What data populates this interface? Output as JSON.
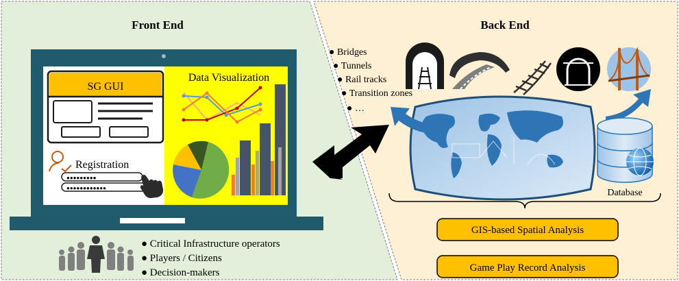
{
  "front_end": {
    "title": "Front End",
    "gui_title": "SG GUI",
    "data_viz_title": "Data Visualization",
    "registration_label": "Registration",
    "username_dots": "●●●●●●●●●",
    "password_dots": "●●●●●●●●●●●●",
    "users": [
      "● Critical Infrastructure operators",
      "● Players / Citizens",
      "● Decision-makers"
    ],
    "colors": {
      "panel_bg": "#e2efda",
      "laptop": "#1f5a6d",
      "viz_bg": "#ffff00",
      "gui_header": "#ffc000"
    }
  },
  "back_end": {
    "title": "Back End",
    "infrastructure": [
      "● Bridges",
      "● Tunnels",
      "● Rail tracks",
      "● Transition zones",
      "● …"
    ],
    "database_label": "Database",
    "analyses": [
      "GIS-based Spatial Analysis",
      "Game Play Record Analysis"
    ],
    "colors": {
      "panel_bg": "#fdf0d5",
      "analysis_box": "#ffc000",
      "globe": "#2e75b6"
    }
  },
  "icons": [
    "double-arrow-icon",
    "railway-tunnel-icon",
    "road-tunnel-icon",
    "rail-tracks-icon",
    "tunnel-portal-icon",
    "suspension-bridge-icon",
    "world-map-icon",
    "database-icon",
    "globe-icon",
    "people-group-icon",
    "user-registration-icon",
    "pointing-hand-icon"
  ]
}
